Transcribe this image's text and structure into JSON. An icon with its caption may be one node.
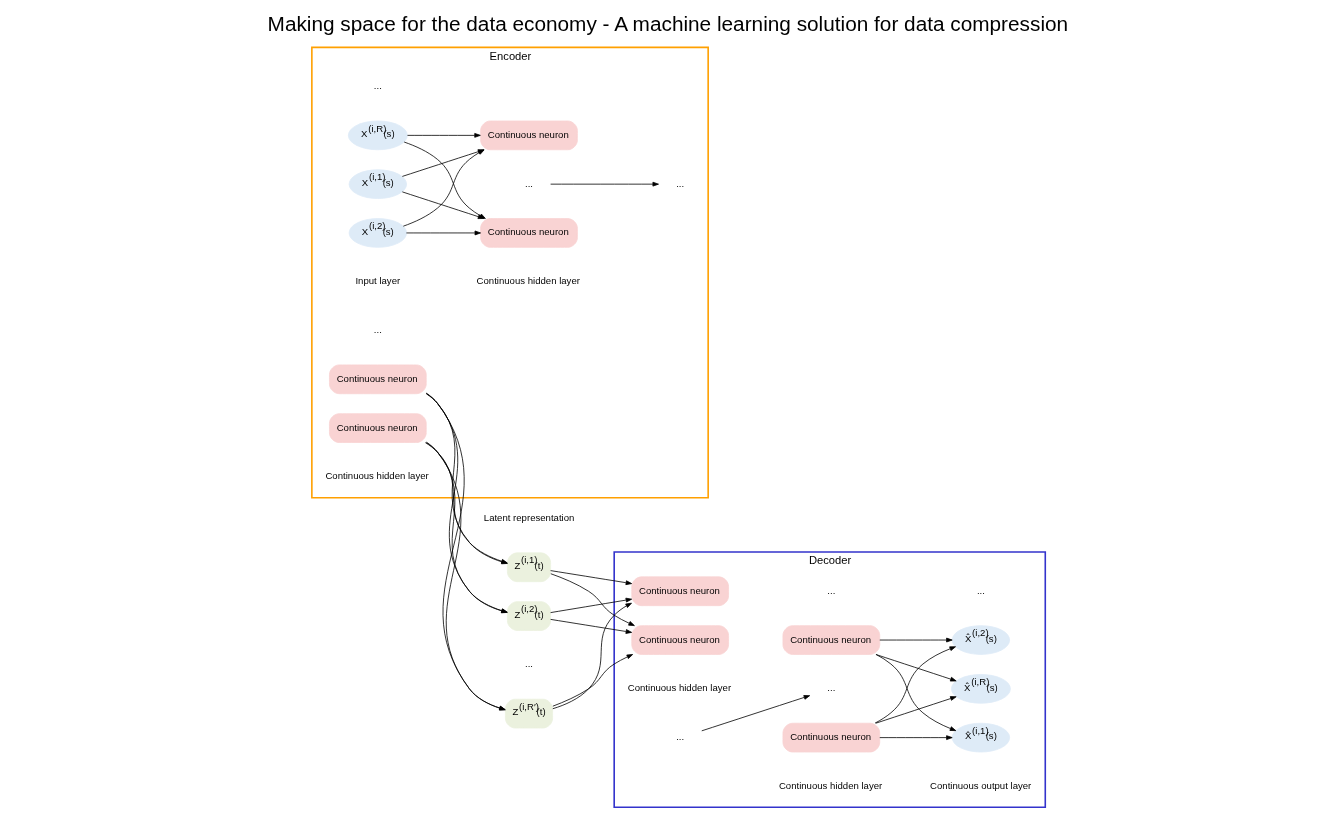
{
  "diagram": {
    "title": "Making space for the data economy - A machine learning solution for data compression",
    "nodes": [
      {
        "text": [
          "Encoder"
        ]
      },
      {
        "text": [
          "Decoder"
        ]
      },
      {
        "text": [
          "X$^{(i,1)}$(s)"
        ],
        "in": 0
      },
      {
        "text": [
          "X$^{(i,2)}$(s)"
        ],
        "in": 0
      },
      {
        "text": [
          "X$^{(i,R)}$(s)"
        ],
        "in": 0
      },
      {
        "text": [
          "Continuous neuron"
        ],
        "in": 0
      },
      {
        "text": [
          "Continuous neuron"
        ],
        "in": 0
      },
      {
        "text": [
          "Continuous neuron"
        ],
        "in": 0
      },
      {
        "text": [
          "Continuous neuron"
        ],
        "in": 0
      },
      {
        "text": [
          "Z$^{(i,1)}$(t)"
        ]
      },
      {
        "text": [
          "Z$^{(i,2)}$(t)"
        ]
      },
      {
        "text": [
          "Z$^{(i,R′)}$(t)"
        ]
      },
      {
        "text": [
          "Continuous neuron"
        ],
        "in": 1
      },
      {
        "text": [
          "Continuous neuron"
        ],
        "in": 1
      },
      {
        "text": [
          "Continuous neuron"
        ],
        "in": 1
      },
      {
        "text": [
          "Continuous neuron"
        ],
        "in": 1
      },
      {
        "text": [
          "X̂$^{(i,1)}$(s)"
        ],
        "in": 1
      },
      {
        "text": [
          "X̂$^{(i,2)}$(s)"
        ],
        "in": 1
      },
      {
        "text": [
          "X̂$^{(i,R)}$(s)"
        ],
        "in": 1
      },
      {
        "text": [
          "..."
        ],
        "in": 0
      },
      {
        "text": [
          "..."
        ],
        "in": 0
      },
      {
        "text": [
          "..."
        ],
        "in": 1
      },
      {
        "text": [
          "..."
        ],
        "in": 1
      }
    ],
    "edges": [
      {
        "from": 2,
        "to": 5,
        "arrow": "to"
      },
      {
        "from": 2,
        "to": 6,
        "arrow": "to"
      },
      {
        "from": 3,
        "to": 5,
        "arrow": "to"
      },
      {
        "from": 3,
        "to": 6,
        "arrow": "to"
      },
      {
        "from": 4,
        "to": 5,
        "arrow": "to"
      },
      {
        "from": 4,
        "to": 6,
        "arrow": "to"
      },
      {
        "from": 19,
        "to": 20,
        "arrow": "to"
      },
      {
        "from": 7,
        "to": 9,
        "arrow": "to"
      },
      {
        "from": 7,
        "to": 10,
        "arrow": "to"
      },
      {
        "from": 7,
        "to": 11,
        "arrow": "to"
      },
      {
        "from": 8,
        "to": 9,
        "arrow": "to"
      },
      {
        "from": 8,
        "to": 10,
        "arrow": "to"
      },
      {
        "from": 8,
        "to": 11,
        "arrow": "to"
      },
      {
        "from": 9,
        "to": 12,
        "arrow": "to"
      },
      {
        "from": 9,
        "to": 13,
        "arrow": "to"
      },
      {
        "from": 10,
        "to": 12,
        "arrow": "to"
      },
      {
        "from": 10,
        "to": 13,
        "arrow": "to"
      },
      {
        "from": 11,
        "to": 12,
        "arrow": "to"
      },
      {
        "from": 11,
        "to": 13,
        "arrow": "to"
      },
      {
        "from": 22,
        "to": 21,
        "arrow": "to"
      },
      {
        "from": 14,
        "to": 16,
        "arrow": "to"
      },
      {
        "from": 14,
        "to": 17,
        "arrow": "to"
      },
      {
        "from": 14,
        "to": 18,
        "arrow": "to"
      },
      {
        "from": 15,
        "to": 16,
        "arrow": "to"
      },
      {
        "from": 15,
        "to": 17,
        "arrow": "to"
      },
      {
        "from": 15,
        "to": 18,
        "arrow": "to"
      }
    ],
    "labels": [
      "Input layer",
      "Continuous hidden layer",
      "Continuous hidden layer",
      "Latent representation",
      "Continuous hidden layer",
      "Continuous hidden layer",
      "Continuous output layer",
      "...",
      "...",
      "...",
      "...",
      "..."
    ]
  }
}
